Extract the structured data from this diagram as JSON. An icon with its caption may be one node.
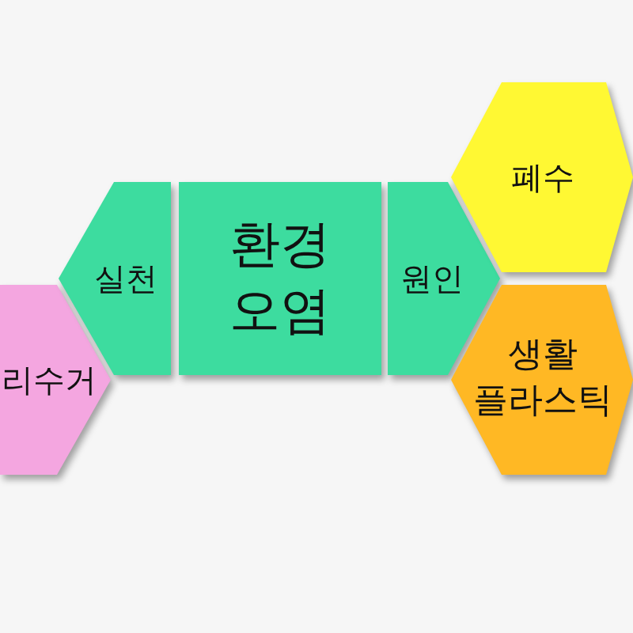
{
  "diagram": {
    "nodes": [
      {
        "text": [
          "리수거"
        ]
      },
      {
        "text": [
          "실천"
        ]
      },
      {
        "text": [
          "환경 오염"
        ]
      },
      {
        "text": [
          "원인"
        ]
      },
      {
        "text": [
          "폐수"
        ]
      },
      {
        "text": [
          "생활 플라스틱"
        ]
      }
    ]
  }
}
